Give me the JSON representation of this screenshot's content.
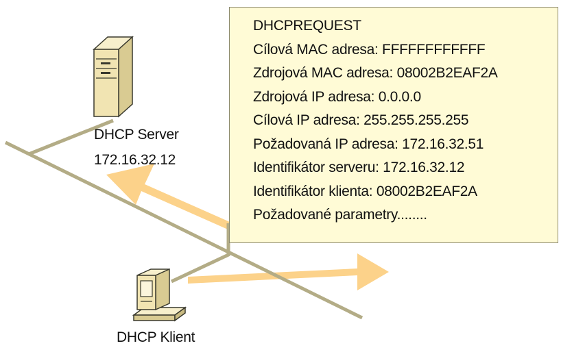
{
  "colors": {
    "network_line": "#b3ac86",
    "arrow": "#fcd28a",
    "box_bg": "#fffbd6",
    "box_border": "#8c8a6e",
    "device": "#f1e4b2"
  },
  "icons": {
    "server": "server-tower-icon",
    "client": "desktop-computer-icon"
  },
  "server": {
    "name": "DHCP Server",
    "ip": "172.16.32.12"
  },
  "client": {
    "name": "DHCP Klient"
  },
  "packet": {
    "lines": [
      "DHCPREQUEST",
      "Cílová MAC adresa: FFFFFFFFFFFF",
      "Zdrojová MAC adresa: 08002B2EAF2A",
      "Zdrojová IP adresa: 0.0.0.0",
      "Cílová IP adresa: 255.255.255.255",
      "Požadovaná IP adresa: 172.16.32.51",
      "Identifikátor serveru: 172.16.32.12",
      "Identifikátor klienta: 08002B2EAF2A",
      "Požadované parametry........"
    ]
  }
}
